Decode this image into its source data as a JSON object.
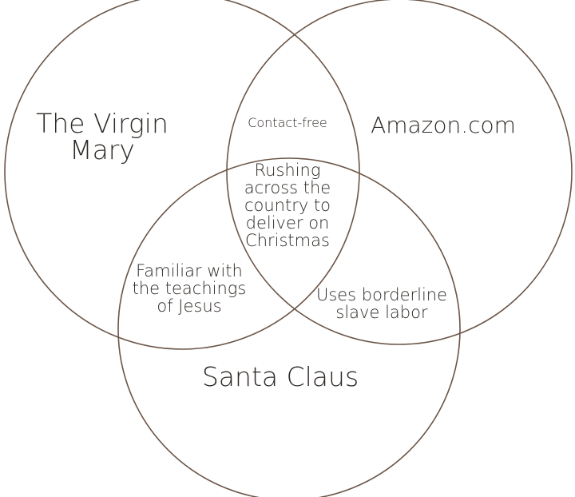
{
  "diagram": {
    "line_color": "#6b5547",
    "sets": {
      "virgin_mary": "The Virgin\nMary",
      "amazon": "Amazon.com",
      "santa_claus": "Santa Claus"
    },
    "overlaps": {
      "mary_amazon": "Contact-free",
      "mary_santa": "Familiar with\nthe teachings\nof Jesus",
      "amazon_santa": "Uses borderline\nslave labor",
      "all_three": "Rushing\nacross the\ncountry to\ndeliver on\nChristmas"
    }
  }
}
